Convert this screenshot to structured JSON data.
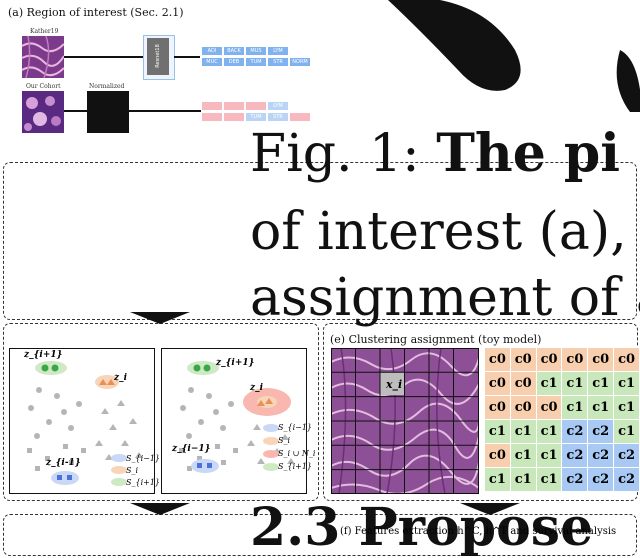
{
  "panel_a": {
    "title": "(a) Region of interest (Sec. 2.1)",
    "kather_label": "Kather19",
    "cohort_label": "Our Cohort",
    "normalized_label": "Normalized",
    "model_label": "Resnet18",
    "tissue_tags_row1": [
      "ADI",
      "BACK",
      "MUS",
      "LYM"
    ],
    "tissue_tags_row2": [
      "MUC",
      "DEB",
      "TUM",
      "STR",
      "NORM"
    ],
    "pred_tags_row1": [
      "",
      "",
      "",
      "LYM"
    ],
    "pred_tags_row2": [
      "",
      "",
      "TUM",
      "STR",
      ""
    ]
  },
  "overlay": {
    "line1": "Fig. 1:",
    "line1_bold": "The pi",
    "line2": "of interest (a),",
    "line3": "assignment of a",
    "line4": "2.3  Propose"
  },
  "panel_d": {
    "left": {
      "labels": [
        "z_{i+1}",
        "z_i",
        "z_{i-1}"
      ],
      "legend": [
        "S_{i−1}",
        "S_i",
        "S_{i+1}"
      ]
    },
    "right": {
      "labels": [
        "z_{i−1}",
        "z_{i+1}",
        "z_i"
      ],
      "legend": [
        "S_{i−1}",
        "S_i",
        "S_i ∪ N_i",
        "S_{i+1}"
      ]
    }
  },
  "panel_e": {
    "title": "(e) Clustering assignment (toy model)",
    "patch_label": "x_i",
    "grid": [
      [
        "c0",
        "c0",
        "c0",
        "c0",
        "c0",
        "c0"
      ],
      [
        "c0",
        "c0",
        "c1",
        "c1",
        "c1",
        "c1"
      ],
      [
        "c0",
        "c0",
        "c0",
        "c1",
        "c1",
        "c1"
      ],
      [
        "c1",
        "c1",
        "c1",
        "c2",
        "c2",
        "c1"
      ],
      [
        "c0",
        "c1",
        "c1",
        "c2",
        "c2",
        "c2"
      ],
      [
        "c1",
        "c1",
        "c1",
        "c2",
        "c2",
        "c2"
      ]
    ]
  },
  "panel_f": {
    "title": "(f) Features extraction h^C, h^T and survival analysis"
  },
  "colors": {
    "c0": "#f8cfae",
    "c1": "#c8e8bb",
    "c2": "#a7c9f3"
  }
}
